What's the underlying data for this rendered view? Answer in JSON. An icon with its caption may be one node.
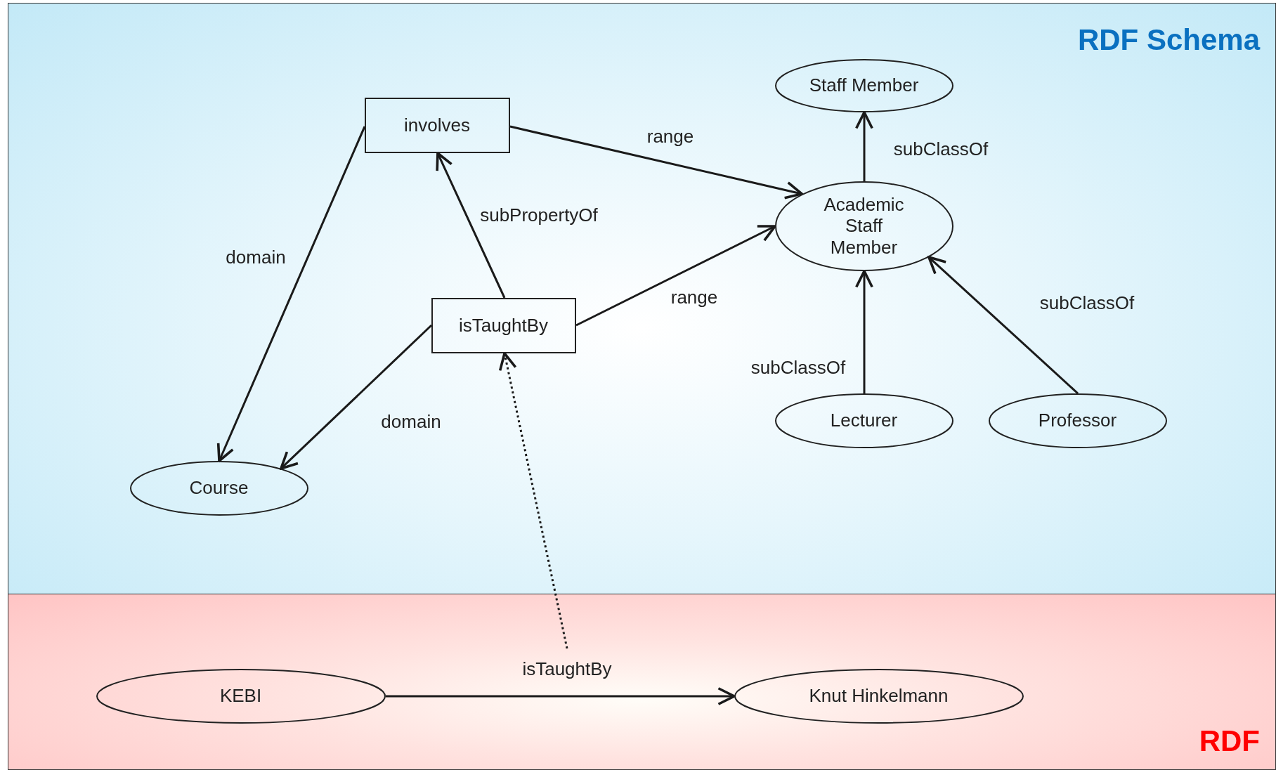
{
  "diagram": {
    "nodes": [
      {
        "text": [
          "RDF Schema"
        ]
      },
      {
        "text": [
          "RDF"
        ]
      },
      {
        "text": [
          "involves"
        ],
        "in": 0
      },
      {
        "text": [
          "isTaughtBy"
        ],
        "in": 0
      },
      {
        "text": [
          "Staff Member"
        ],
        "in": 0
      },
      {
        "text": [
          "Academic Staff Member"
        ],
        "in": 0
      },
      {
        "text": [
          "Course"
        ],
        "in": 0
      },
      {
        "text": [
          "Lecturer"
        ],
        "in": 0
      },
      {
        "text": [
          "Professor"
        ],
        "in": 0
      },
      {
        "text": [
          "KEBI"
        ],
        "in": 1
      },
      {
        "text": [
          "Knut Hinkelmann"
        ],
        "in": 1
      }
    ],
    "edges": [
      {
        "from": 2,
        "to": 5,
        "arrow": "to",
        "label": "range"
      },
      {
        "from": 2,
        "to": 6,
        "arrow": "to",
        "label": "domain"
      },
      {
        "from": 3,
        "to": 2,
        "arrow": "to",
        "label": "subPropertyOf"
      },
      {
        "from": 3,
        "to": 5,
        "arrow": "to",
        "label": "range"
      },
      {
        "from": 3,
        "to": 6,
        "arrow": "to",
        "label": "domain"
      },
      {
        "from": 5,
        "to": 4,
        "arrow": "to",
        "label": "subClassOf"
      },
      {
        "from": 7,
        "to": 5,
        "arrow": "to",
        "label": "subClassOf"
      },
      {
        "from": 8,
        "to": 5,
        "arrow": "to",
        "label": "subClassOf"
      },
      {
        "from": 9,
        "to": 10,
        "arrow": "to",
        "label": "isTaughtBy"
      },
      {
        "from": null,
        "to": 3,
        "arrow": "to",
        "style": "dashed"
      }
    ]
  }
}
